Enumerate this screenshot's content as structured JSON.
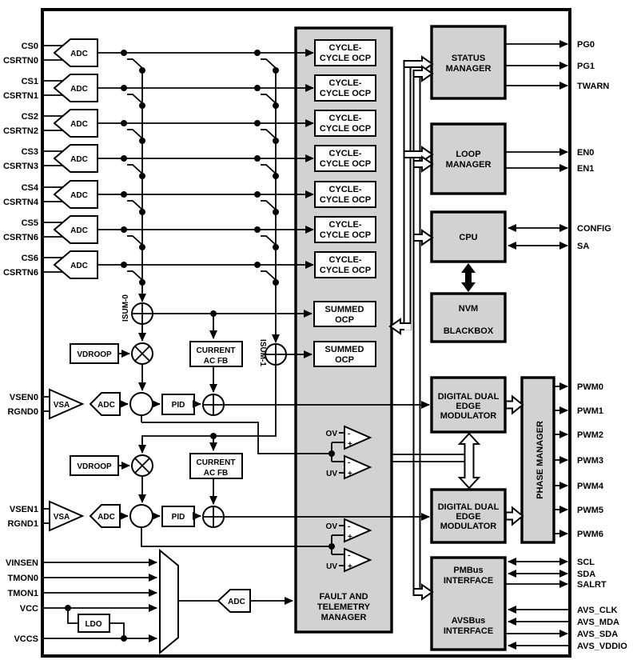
{
  "labels": {
    "adc": "ADC",
    "vsa": "VSA",
    "vdroop": "VDROOP",
    "pid": "PID",
    "ldo": "LDO",
    "isum0": "ISUM-0",
    "isum1": "ISUM-1",
    "ov": "OV",
    "uv": "UV",
    "plus": "+",
    "minus": "-",
    "cycle_ocp": [
      "CYCLE-",
      "CYCLE OCP"
    ],
    "summed_ocp": [
      "SUMMED",
      "OCP"
    ],
    "current_ac_fb": [
      "CURRENT",
      "AC FB"
    ],
    "fault_mgr": [
      "FAULT AND",
      "TELEMETRY",
      "MANAGER"
    ],
    "status_mgr": [
      "STATUS",
      "MANAGER"
    ],
    "loop_mgr": [
      "LOOP",
      "MANAGER"
    ],
    "cpu": "CPU",
    "nvm": [
      "NVM",
      "BLACKBOX"
    ],
    "ddem": [
      "DIGITAL DUAL",
      "EDGE",
      "MODULATOR"
    ],
    "phase_mgr": "PHASE MANAGER",
    "pmbus": [
      "PMBus",
      "INTERFACE"
    ],
    "avsbus": [
      "AVSBus",
      "INTERFACE"
    ]
  },
  "pins": {
    "left": [
      "CS0",
      "CSRTN0",
      "CS1",
      "CSRTN1",
      "CS2",
      "CSRTN2",
      "CS3",
      "CSRTN3",
      "CS4",
      "CSRTN4",
      "CS5",
      "CSRTN6",
      "CS6",
      "CSRTN6",
      "VSEN0",
      "RGND0",
      "VSEN1",
      "RGND1",
      "VINSEN",
      "TMON0",
      "TMON1",
      "VCC",
      "VCCS"
    ],
    "right": [
      "PG0",
      "PG1",
      "TWARN",
      "EN0",
      "EN1",
      "CONFIG",
      "SA",
      "PWM0",
      "PWM1",
      "PWM2",
      "PWM3",
      "PWM4",
      "PWM5",
      "PWM6",
      "SCL",
      "SDA",
      "SALRT",
      "AVS_CLK",
      "AVS_MDA",
      "AVS_SDA",
      "AVS_VDDIO"
    ]
  },
  "colors": {
    "block_fill": "#d2d2d2",
    "line": "#000000",
    "background": "#ffffff"
  }
}
